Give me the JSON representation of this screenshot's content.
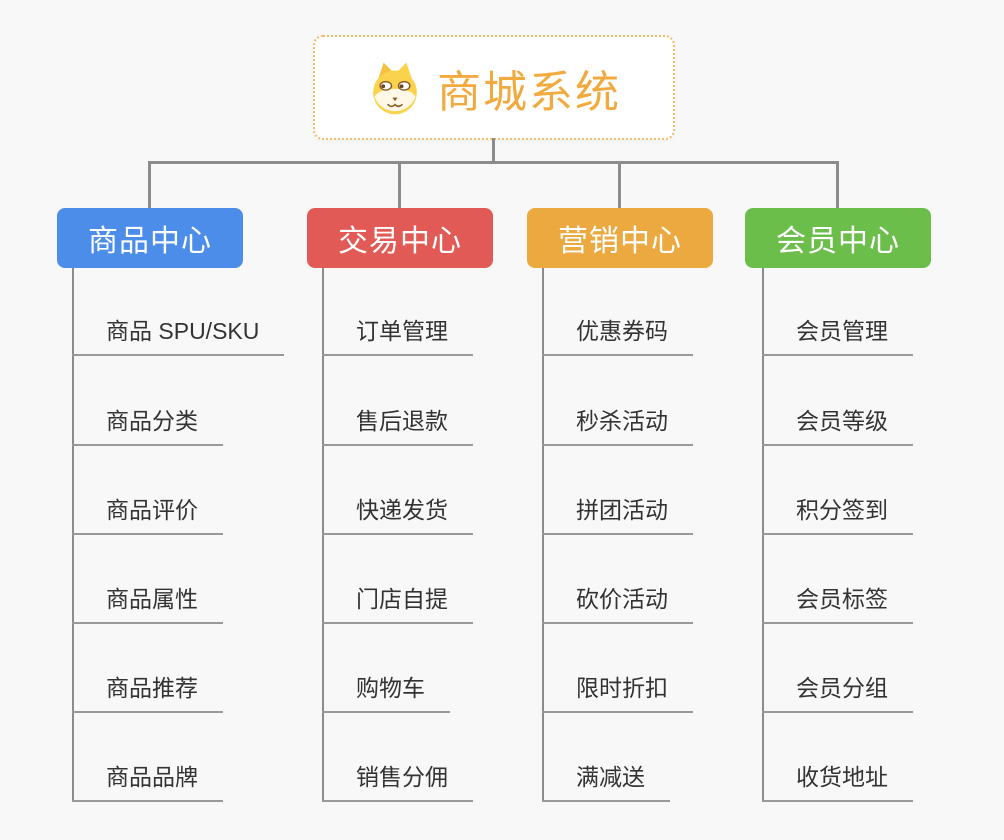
{
  "root": {
    "title": "商城系统",
    "icon": "dog-icon"
  },
  "branches": [
    {
      "label": "商品中心",
      "color": "#4B8DE8",
      "items": [
        "商品 SPU/SKU",
        "商品分类",
        "商品评价",
        "商品属性",
        "商品推荐",
        "商品品牌"
      ]
    },
    {
      "label": "交易中心",
      "color": "#E25A55",
      "items": [
        "订单管理",
        "售后退款",
        "快递发货",
        "门店自提",
        "购物车",
        "销售分佣"
      ]
    },
    {
      "label": "营销中心",
      "color": "#EBA93F",
      "items": [
        "优惠券码",
        "秒杀活动",
        "拼团活动",
        "砍价活动",
        "限时折扣",
        "满减送"
      ]
    },
    {
      "label": "会员中心",
      "color": "#6CBE4B",
      "items": [
        "会员管理",
        "会员等级",
        "积分签到",
        "会员标签",
        "会员分组",
        "收货地址"
      ]
    }
  ],
  "colors": {
    "background": "#F8F8F8",
    "connector": "#8C8C8C",
    "underline": "#999999",
    "root_border": "#F2BC66",
    "root_title": "#F2A93D",
    "item_text": "#333333",
    "branch_text": "#FFFFFF"
  }
}
